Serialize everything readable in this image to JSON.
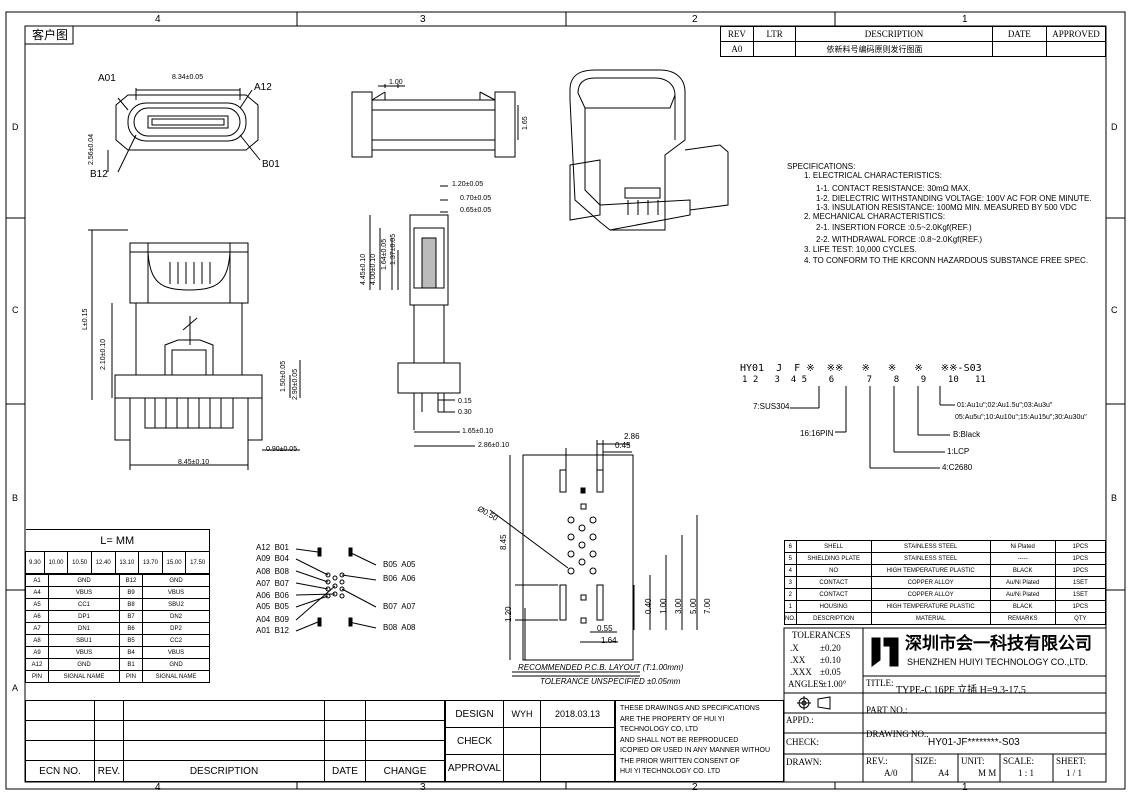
{
  "border": {
    "top_cols": [
      "4",
      "3",
      "2",
      "1"
    ],
    "bottom_cols": [
      "4",
      "3",
      "2",
      "1"
    ],
    "left_rows": [
      "D",
      "C",
      "B",
      "A"
    ],
    "right_rows": [
      "D",
      "C",
      "B"
    ]
  },
  "customer_drawing": "客户图",
  "revision": {
    "headers": [
      "REV",
      "LTR",
      "DESCRIPTION",
      "DATE",
      "APPROVED"
    ],
    "rows": [
      {
        "rev": "A0",
        "ltr": "",
        "desc": "依新料号编码原则发行图面",
        "date": "",
        "approved": ""
      }
    ]
  },
  "top_view": {
    "a01": "A01",
    "a12": "A12",
    "b12": "B12",
    "b01": "B01",
    "width_dim": "8.34±0.05",
    "height_dim": "2.56±0.04"
  },
  "side_top": {
    "dim_small": "1.00",
    "dim_165": "1.65"
  },
  "front_dims": {
    "l": "L±0.15",
    "d210": "2.10±0.10",
    "d150": "1.50±0.05",
    "d290": "2.90±0.05",
    "d090": "0.90±0.05",
    "d845": "8.45±0.10"
  },
  "side_dims": {
    "d120": "1.20±0.05",
    "d070": "0.70±0.05",
    "d065": "0.65±0.05",
    "d445": "4.45±0.10",
    "d400": "4.00±0.10",
    "d164": "1.64±0.05",
    "d137": "1.37±0.05",
    "d015": "0.15",
    "d030": "0.30",
    "d165": "1.65±0.10",
    "d286": "2.86±0.10"
  },
  "specifications": {
    "title": "SPECIFICATIONS:",
    "lines": [
      "1. ELECTRICAL CHARACTERISTICS:",
      "1-1. CONTACT RESISTANCE: 30mΩ MAX.",
      "1-2. DIELECTRIC WITHSTANDING VOLTAGE: 100V AC FOR ONE MINUTE.",
      "1-3. INSULATION RESISTANCE: 100MΩ MIN. MEASURED BY 500 VDC",
      "2. MECHANICAL CHARACTERISTICS:",
      "2-1. INSERTION FORCE :0.5~2.0Kgf(REF.)",
      "2-2. WITHDRAWAL FORCE :0.8~2.0Kgf(REF.)",
      "3. LIFE TEST: 10,000 CYCLES.",
      "4. TO CONFORM TO THE KRCONN HAZARDOUS SUBSTANCE FREE SPEC."
    ]
  },
  "part_code": {
    "code": "HY01  J  F ※  ※※   ※   ※   ※   ※※-S03",
    "numbers": "1 2   3  4 5    6      7    8    9    10   11",
    "sus": "7:SUS304",
    "pin": "16:16PIN",
    "plating1": "01:Au1u\";02:Au1.5u\";03:Au3u\"",
    "plating2": "05:Au5u\";10:Au10u\";15:Au15u\";30:Au30u\"",
    "black": "B:Black",
    "lcp": "1:LCP",
    "c2680": "4:C2680"
  },
  "length_table": {
    "title": "L=    MM",
    "values": [
      "9.30",
      "10.00",
      "10.50",
      "12.40",
      "13.10",
      "13.70",
      "15.00",
      "17.50"
    ]
  },
  "pin_table": {
    "rows": [
      [
        "A1",
        "GND",
        "B12",
        "GND"
      ],
      [
        "A4",
        "VBUS",
        "B9",
        "VBUS"
      ],
      [
        "A5",
        "CC1",
        "B8",
        "SBU2"
      ],
      [
        "A6",
        "DP1",
        "B7",
        "DN2"
      ],
      [
        "A7",
        "DN1",
        "B6",
        "DP2"
      ],
      [
        "A8",
        "SBU1",
        "B5",
        "CC2"
      ],
      [
        "A9",
        "VBUS",
        "B4",
        "VBUS"
      ],
      [
        "A12",
        "GND",
        "B1",
        "GND"
      ],
      [
        "PIN",
        "SIGNAL NAME",
        "PIN",
        "SIGNAL NAME"
      ]
    ]
  },
  "pin_layout": {
    "left": [
      "A12  B01",
      "A09  B04",
      "A08  B08",
      "A07  B07",
      "A06  B06",
      "A05  B05",
      "A04  B09",
      "A01  B12"
    ],
    "right": [
      "B05  A05",
      "B06  A06",
      "B07  A07",
      "B08  A08"
    ]
  },
  "pcb": {
    "d286": "2.86",
    "d045": "0.45",
    "d050": "Ø0.50",
    "d845": "8.45",
    "d120": "1.20",
    "d040": "0.40",
    "d100": "1.00",
    "d300": "3.00",
    "d500": "5.00",
    "d700": "7.00",
    "d055": "0.55",
    "d164": "1.64",
    "caption1": "RECOMMENDED   P.C.B. LAYOUT (T:1.00mm)",
    "caption2": "TOLERANCE  UNSPECIFIED ±0.05mm"
  },
  "materials": {
    "rows": [
      [
        "6",
        "SHELL",
        "STAINLESS STEEL",
        "Ni Plated",
        "1PCS"
      ],
      [
        "5",
        "SHIELDING PLATE",
        "STAINLESS STEEL",
        "-----",
        "1PCS"
      ],
      [
        "4",
        "NO",
        "HIGH TEMPERATURE PLASTIC",
        "BLACK",
        "1PCS"
      ],
      [
        "3",
        "CONTACT",
        "COPPER ALLOY",
        "Au/Ni Plated",
        "1SET"
      ],
      [
        "2",
        "CONTACT",
        "COPPER ALLOY",
        "Au/Ni Plated",
        "1SET"
      ],
      [
        "1",
        "HOUSING",
        "HIGH TEMPERATURE PLASTIC",
        "BLACK",
        "1PCS"
      ],
      [
        "NO.",
        "DESCRIPTION",
        "MATERIAL",
        "REMARKS",
        "QTY"
      ]
    ]
  },
  "tolerances": {
    "title": "TOLERANCES",
    "x": ".X",
    ".xv": "±0.20",
    "xx": ".XX",
    "xxv": "±0.10",
    "xxx": ".XXX",
    "xxxv": "±0.05",
    "ang": "ANGLES",
    "angv": "±1.00°"
  },
  "company": {
    "cn": "深圳市会一科技有限公司",
    "en": "SHENZHEN HUIYI TECHNOLOGY CO.,LTD."
  },
  "title_block": {
    "title_label": "TITLE:",
    "title": "TYPE-C 16PF 立插 H=9.3-17.5",
    "appd": "APPD.:",
    "part_no": "PART NO.:",
    "check": "CHECK:",
    "drawing_no_label": "DRAWING NO.:",
    "drawing_no": "HY01-JF********-S03",
    "drawn": "DRAWN:",
    "rev_label": "REV.:",
    "rev": "A/0",
    "size_label": "SIZE:",
    "size": "A4",
    "unit_label": "UNIT:",
    "unit": "M M",
    "scale_label": "SCALE:",
    "scale": "1 : 1",
    "sheet_label": "SHEET:",
    "sheet": "1 / 1"
  },
  "bottom_block": {
    "ecn": "ECN NO.",
    "rev": "REV.",
    "description": "DESCRIPTION",
    "date": "DATE",
    "change": "CHANGE",
    "approval": "APPROVAL",
    "design": "DESIGN",
    "check": "CHECK",
    "designer": "WYH",
    "design_date": "2018.03.13",
    "notice": [
      "THESE DRAWINGS AND SPECIFICATIONS",
      "ARE THE PROPERTY OF HUI YI",
      "TECHNOLOGY  CO, LTD",
      "AND SHALL NOT BE REPRODUCED",
      "ICOPIED OR USED IN ANY MANNER WITHOU",
      "THE PRIOR WRITTEN CONSENT OF",
      "HUI YI  TECHNOLOGY CO. LTD"
    ]
  }
}
